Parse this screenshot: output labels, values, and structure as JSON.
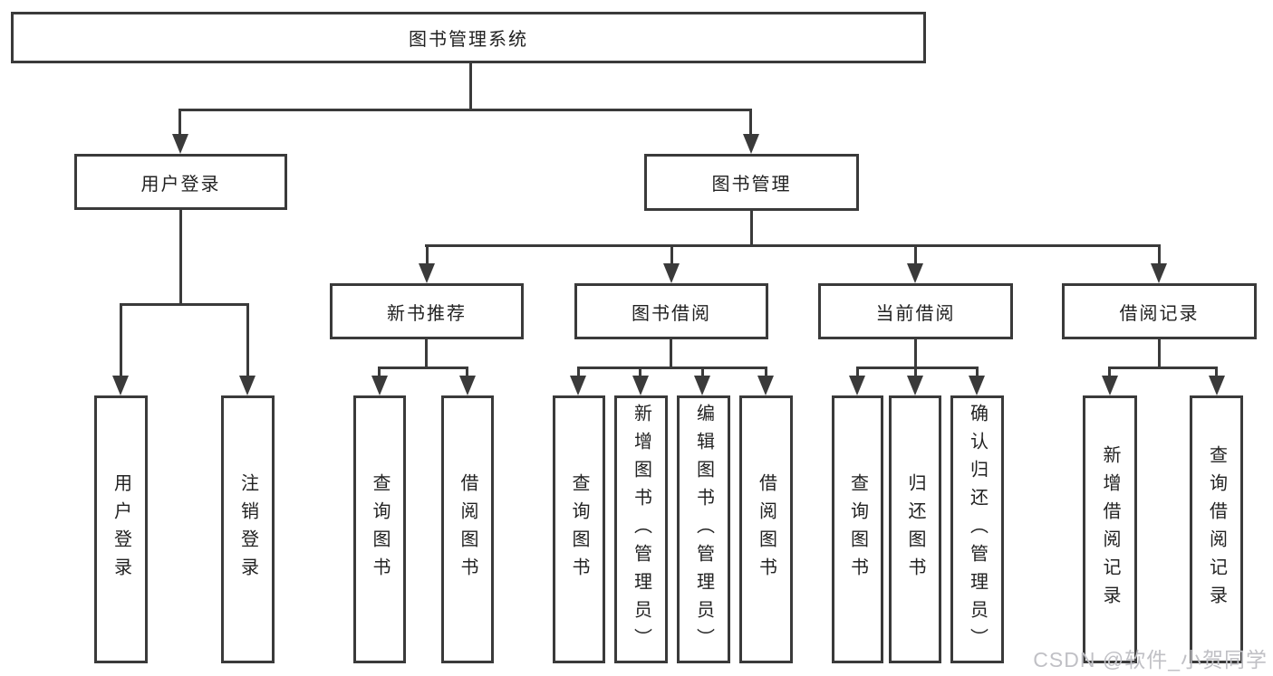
{
  "tree": {
    "root": {
      "label": "图书管理系统"
    },
    "branches": [
      {
        "label": "用户登录",
        "children": [
          {
            "label": "用户登录"
          },
          {
            "label": "注销登录"
          }
        ]
      },
      {
        "label": "图书管理",
        "sections": [
          {
            "label": "新书推荐",
            "children": [
              {
                "label": "查询图书"
              },
              {
                "label": "借阅图书"
              }
            ]
          },
          {
            "label": "图书借阅",
            "children": [
              {
                "label": "查询图书"
              },
              {
                "label": "新增图书（管理员）"
              },
              {
                "label": "编辑图书（管理员）"
              },
              {
                "label": "借阅图书"
              }
            ]
          },
          {
            "label": "当前借阅",
            "children": [
              {
                "label": "查询图书"
              },
              {
                "label": "归还图书"
              },
              {
                "label": "确认归还（管理员）"
              }
            ]
          },
          {
            "label": "借阅记录",
            "children": [
              {
                "label": "新增借阅记录"
              },
              {
                "label": "查询借阅记录"
              }
            ]
          }
        ]
      }
    ]
  },
  "watermark": {
    "text": "CSDN @软件_小贺同学"
  },
  "colors": {
    "line": "#3a3a3a",
    "box_border": "#3a3a3a",
    "text": "#222222",
    "background": "#ffffff",
    "watermark": "#c0c0c5"
  }
}
